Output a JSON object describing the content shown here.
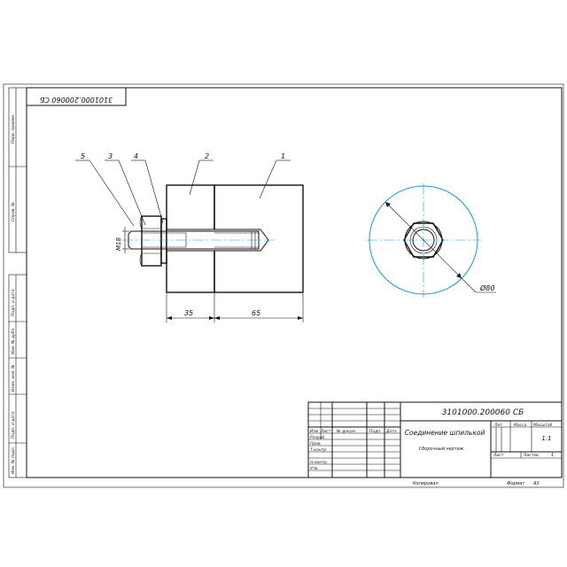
{
  "drawing": {
    "designation": "3101000.200060 СБ",
    "designation_mirrored": "3101000.200060 СБ",
    "name": "Соединение шпилькой",
    "doc_type": "Сборочный чертеж",
    "mass_value": "1:1",
    "sheet_label": "Лист",
    "sheets_label": "Листов",
    "sheets_count": "1",
    "copied_label": "Копировал",
    "format_label": "Формат",
    "format_value": "А3"
  },
  "title_block_headers": {
    "lit": "Лит.",
    "mass": "Масса",
    "scale": "Масштаб",
    "change": "Изм",
    "sheet": "Лист",
    "doc_no": "№ докум.",
    "signature": "Подп.",
    "date": "Дата",
    "developed": "Разраб.",
    "checked": "Пров.",
    "t_control": "Т.контр.",
    "n_control": "Н.контр.",
    "approved": "Утв."
  },
  "side_labels": [
    "Перв. примен.",
    "Справ. №",
    "Подп. и дата",
    "Инв. № дубл.",
    "Взам. инв. №",
    "Подп. и дата",
    "Инв. № подл."
  ],
  "callouts": [
    "5",
    "3",
    "4",
    "2",
    "1"
  ],
  "dimensions": {
    "thread": "M18",
    "length_left": "35",
    "length_right": "65",
    "diameter": "Ø80"
  }
}
